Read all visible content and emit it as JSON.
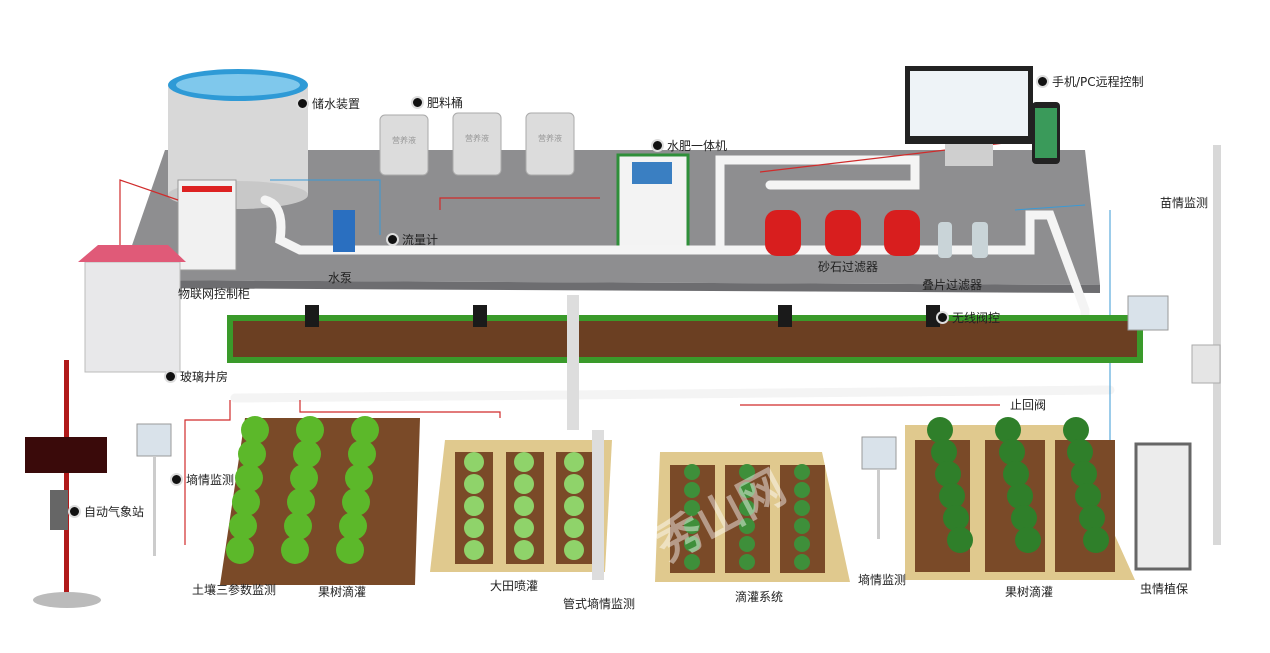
{
  "labels": {
    "water_storage": "储水装置",
    "fertilizer_tank": "肥料桶",
    "fertigation_machine": "水肥一体机",
    "remote_control": "手机/PC远程控制",
    "seedling_monitor": "苗情监测",
    "flow_meter": "流量计",
    "water_pump": "水泵",
    "iot_cabinet": "物联网控制柜",
    "sand_filter": "砂石过滤器",
    "disc_filter": "叠片过滤器",
    "wireless_valve": "无线阀控",
    "well_house": "玻璃井房",
    "check_valve": "止回阀",
    "soil_moisture_1": "墒情监测",
    "weather_station": "自动气象站",
    "soil_three_param": "土壤三参数监测",
    "orchard_drip_1": "果树滴灌",
    "field_sprinkler": "大田喷灌",
    "tube_moisture": "管式墒情监测",
    "drip_system": "滴灌系统",
    "soil_moisture_2": "墒情监测",
    "orchard_drip_2": "果树滴灌",
    "pest_control": "虫情植保"
  },
  "tank_text": "营养液",
  "watermark": "秀山网",
  "colors": {
    "platform": "#8e8e90",
    "trench_border": "#3a9a2a",
    "soil": "#6b3f22",
    "pipe": "#f2f2f2",
    "wire": "#d02b2b",
    "filter": "#d81e1e"
  }
}
